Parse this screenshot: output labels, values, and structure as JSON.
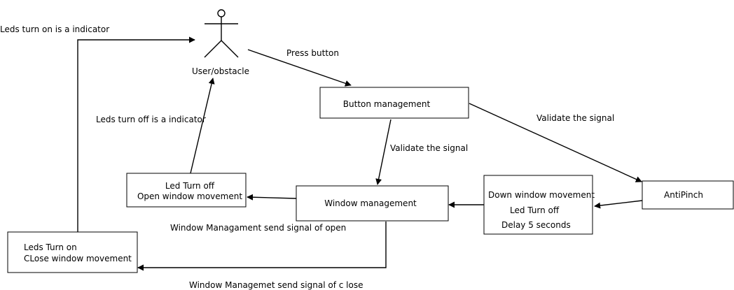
{
  "actor": {
    "label": "User/obstacle"
  },
  "boxes": {
    "button_management": {
      "lines": [
        "Button management"
      ]
    },
    "antipinch": {
      "lines": [
        "AntiPinch"
      ]
    },
    "window_management": {
      "lines": [
        "Window management"
      ]
    },
    "down_window": {
      "lines": [
        "Down window movement",
        "Led Turn off",
        "Delay 5 seconds"
      ]
    },
    "led_turn_off": {
      "lines": [
        "Led Turn off",
        "Open window movement"
      ]
    },
    "leds_turn_on": {
      "lines": [
        "Leds Turn on",
        "CLose window movement"
      ]
    }
  },
  "edge_labels": {
    "press_button": "Press button",
    "validate_right": "Validate the signal",
    "validate_center": "Validate the signal",
    "leds_off_indicator": "Leds turn off is a indicator",
    "leds_on_indicator": "Leds turn on is a indicator",
    "send_open": "Window Managament send signal of open",
    "send_close": "Window Managemet send signal of c lose"
  }
}
